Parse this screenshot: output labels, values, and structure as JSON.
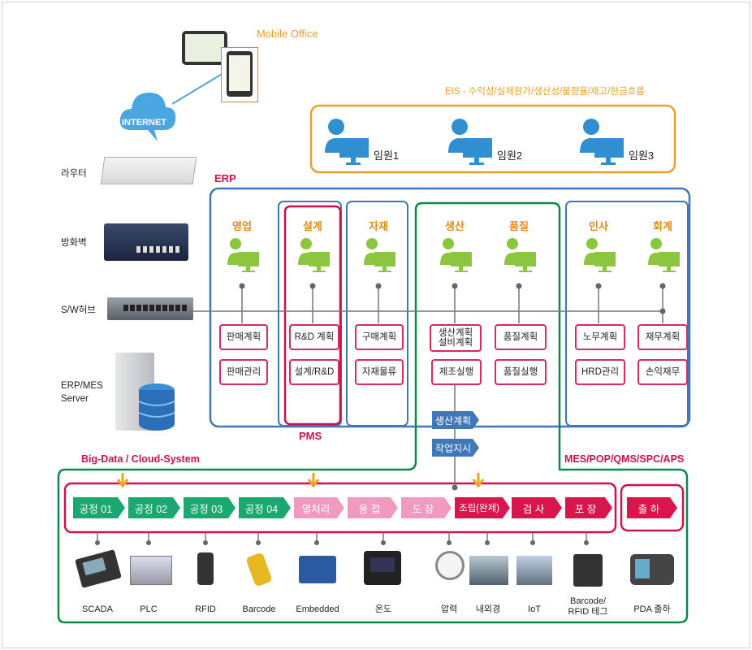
{
  "mobile_office": "Mobile Office",
  "internet": "INTERNET",
  "left_devices": {
    "router": "라우터",
    "firewall": "방화벽",
    "switch_hub": "S/W허브",
    "server_line1": "ERP/MES",
    "server_line2": "Server"
  },
  "eis": {
    "title": "EIS - 수익성/실제원가/생산성/불량율/재고/현금흐름",
    "executives": [
      "임원1",
      "임원2",
      "임원3"
    ]
  },
  "erp_label": "ERP",
  "pms_label": "PMS",
  "mes_label": "MES/POP/QMS/SPC/APS",
  "bigdata_label": "Big-Data / Cloud-System",
  "departments": {
    "sales": "영업",
    "design": "설계",
    "materials": "자재",
    "production": "생산",
    "quality": "품질",
    "hr": "인사",
    "accounting": "회계"
  },
  "tasks": {
    "sales_plan": "판매계획",
    "sales_mgmt": "판매관리",
    "rd_plan": "R&D 계획",
    "design_rd": "설계/R&D",
    "purchase_plan": "구매계획",
    "material_logistics": "자재물류",
    "prod_plan_line1": "생산계획",
    "prod_plan_line2": "설비계획",
    "mfg_exec": "제조실행",
    "quality_plan": "품질계획",
    "quality_exec": "품질실행",
    "labor_plan": "노무계획",
    "hrd_mgmt": "HRD관리",
    "finance_plan": "재무계획",
    "pl_finance": "손익재무"
  },
  "flow": {
    "production_plan": "생산계획",
    "work_order": "작업지시"
  },
  "processes": [
    "공정 01",
    "공정 02",
    "공정 03",
    "공정 04",
    "열처리",
    "용 접",
    "도 장",
    "조립(완제)",
    "검 사",
    "포 장"
  ],
  "shipping": "출 하",
  "devices": {
    "scada": "SCADA",
    "plc": "PLC",
    "rfid": "RFID",
    "barcode": "Barcode",
    "embedded": "Embedded",
    "temperature": "온도",
    "pressure": "압력",
    "inspection": "내외경",
    "iot": "IoT",
    "barcode_rfid_line1": "Barcode/",
    "barcode_rfid_line2": "RFID 테그",
    "pda": "PDA 출하"
  },
  "colors": {
    "erp_blue": "#3e78b8",
    "pms_red": "#d0104c",
    "mes_green": "#0a8a4a",
    "eis_orange": "#e8a02a",
    "process_green": "#1aa870",
    "process_pink": "#f09ac0",
    "process_red": "#d8154c",
    "person_green": "#8cc63e",
    "person_blue": "#2f8fd0"
  }
}
